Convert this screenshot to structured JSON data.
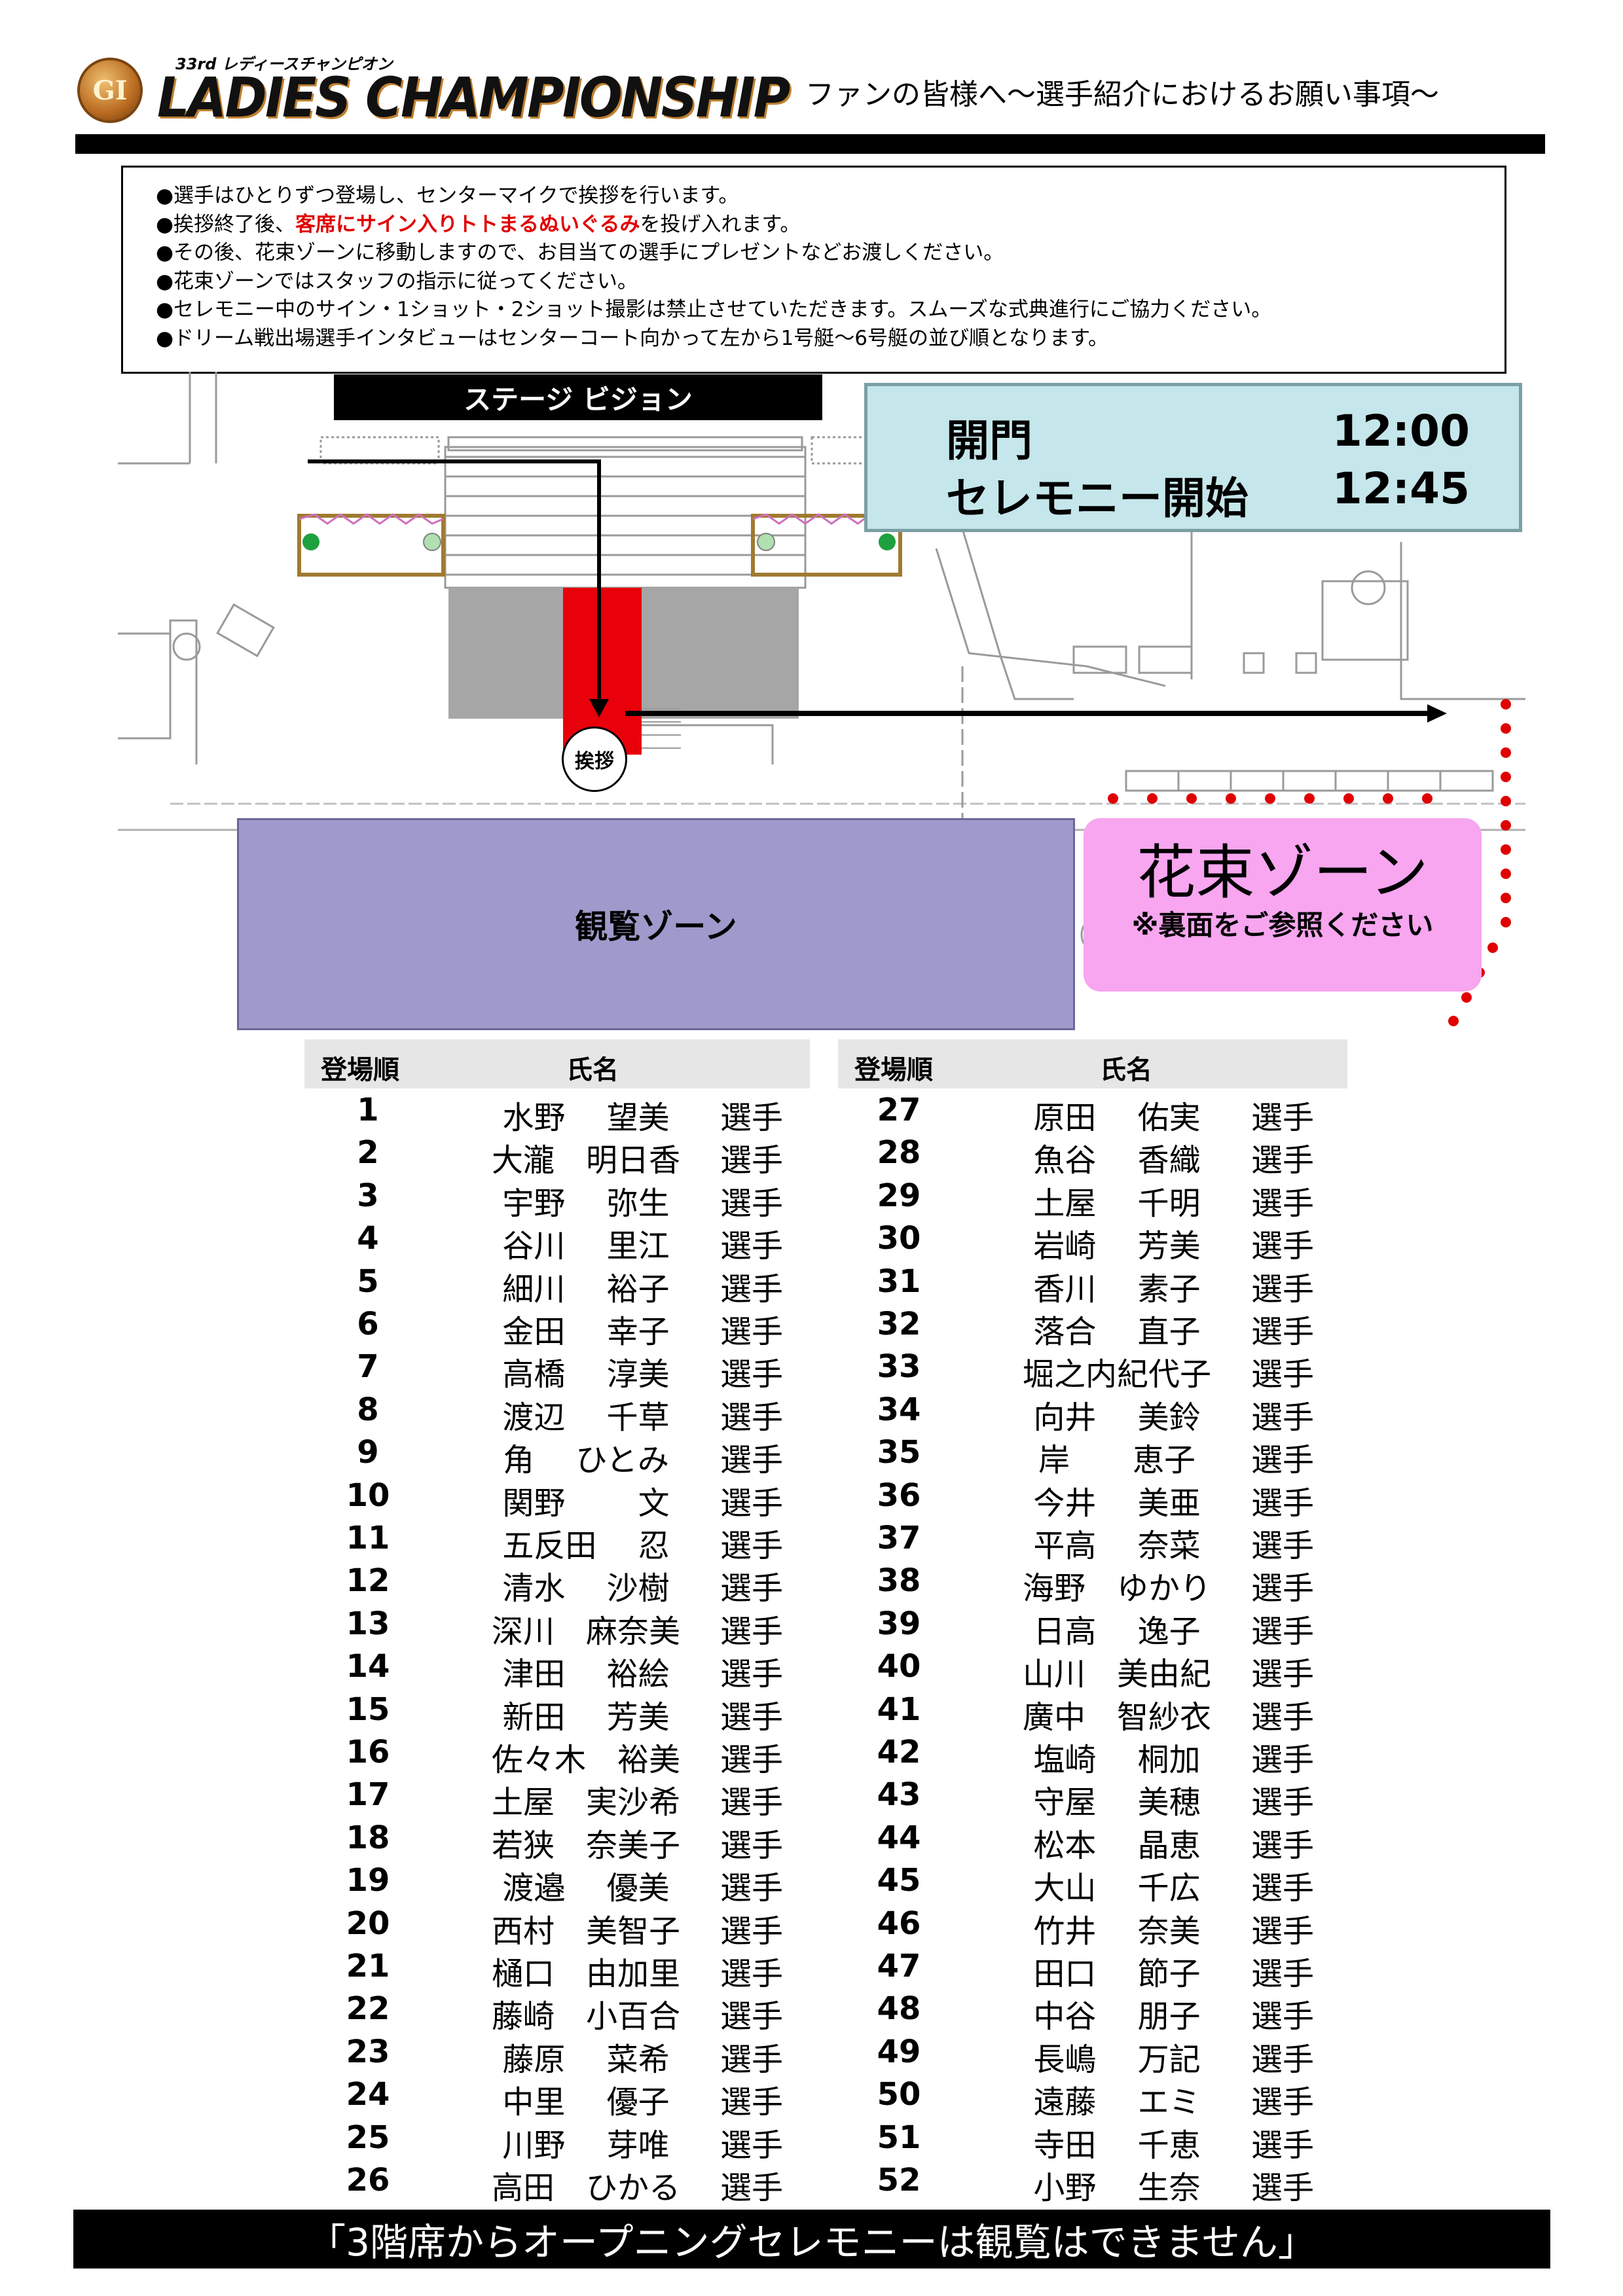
{
  "header": {
    "logo_badge": "GI",
    "logo_sub": "33rd レディースチャンピオン",
    "logo_main": "LADIES CHAMPIONSHIP",
    "title": "ファンの皆様へ～選手紹介におけるお願い事項～"
  },
  "notes": [
    {
      "text": "●選手はひとりずつ登場し、センターマイクで挨拶を行います。"
    },
    {
      "pre": "●挨拶終了後、",
      "highlight": "客席にサイン入りトトまるぬいぐるみ",
      "post": "を投げ入れます。"
    },
    {
      "text": "●その後、花束ゾーンに移動しますので、お目当ての選手にプレゼントなどお渡しください。"
    },
    {
      "text": "●花束ゾーンではスタッフの指示に従ってください。"
    },
    {
      "text": "●セレモニー中のサイン・1ショット・2ショット撮影は禁止させていただきます。スムーズな式典進行にご協力ください。"
    },
    {
      "text": "●ドリーム戦出場選手インタビューはセンターコート向かって左から1号艇～6号艇の並び順となります。"
    }
  ],
  "map": {
    "stage_vision": "ステージ ビジョン",
    "gate_label": "開門",
    "gate_time": "12:00",
    "ceremony_label": "セレモニー開始",
    "ceremony_time": "12:45",
    "greeting": "挨拶",
    "viewing_zone": "観覧ゾーン",
    "bouquet_zone": "花束ゾーン",
    "bouquet_note": "※裏面をご参照ください"
  },
  "table": {
    "header_order": "登場順",
    "header_name": "氏名",
    "suffix": "選手",
    "left": [
      {
        "n": "1",
        "name": "水野　 望美"
      },
      {
        "n": "2",
        "name": "大瀧　明日香"
      },
      {
        "n": "3",
        "name": "宇野　 弥生"
      },
      {
        "n": "4",
        "name": "谷川　 里江"
      },
      {
        "n": "5",
        "name": "細川　 裕子"
      },
      {
        "n": "6",
        "name": "金田　 幸子"
      },
      {
        "n": "7",
        "name": "高橋　 淳美"
      },
      {
        "n": "8",
        "name": "渡辺　 千草"
      },
      {
        "n": "9",
        "name": "角　 ひとみ"
      },
      {
        "n": "10",
        "name": "関野　　 文"
      },
      {
        "n": "11",
        "name": "五反田　 忍"
      },
      {
        "n": "12",
        "name": "清水　 沙樹"
      },
      {
        "n": "13",
        "name": "深川　麻奈美"
      },
      {
        "n": "14",
        "name": "津田　 裕絵"
      },
      {
        "n": "15",
        "name": "新田　 芳美"
      },
      {
        "n": "16",
        "name": "佐々木　裕美"
      },
      {
        "n": "17",
        "name": "土屋　実沙希"
      },
      {
        "n": "18",
        "name": "若狭　奈美子"
      },
      {
        "n": "19",
        "name": "渡邉　 優美"
      },
      {
        "n": "20",
        "name": "西村　美智子"
      },
      {
        "n": "21",
        "name": "樋口　由加里"
      },
      {
        "n": "22",
        "name": "藤崎　小百合"
      },
      {
        "n": "23",
        "name": "藤原　 菜希"
      },
      {
        "n": "24",
        "name": "中里　 優子"
      },
      {
        "n": "25",
        "name": "川野　 芽唯"
      },
      {
        "n": "26",
        "name": "高田　ひかる"
      }
    ],
    "right": [
      {
        "n": "27",
        "name": "原田　 佑実"
      },
      {
        "n": "28",
        "name": "魚谷　 香織"
      },
      {
        "n": "29",
        "name": "土屋　 千明"
      },
      {
        "n": "30",
        "name": "岩崎　 芳美"
      },
      {
        "n": "31",
        "name": "香川　 素子"
      },
      {
        "n": "32",
        "name": "落合　 直子"
      },
      {
        "n": "33",
        "name": "堀之内紀代子"
      },
      {
        "n": "34",
        "name": "向井　 美鈴"
      },
      {
        "n": "35",
        "name": "岸　　恵子"
      },
      {
        "n": "36",
        "name": "今井　 美亜"
      },
      {
        "n": "37",
        "name": "平高　 奈菜"
      },
      {
        "n": "38",
        "name": "海野　ゆかり"
      },
      {
        "n": "39",
        "name": "日高　 逸子"
      },
      {
        "n": "40",
        "name": "山川　美由紀"
      },
      {
        "n": "41",
        "name": "廣中　智紗衣"
      },
      {
        "n": "42",
        "name": "塩崎　 桐加"
      },
      {
        "n": "43",
        "name": "守屋　 美穂"
      },
      {
        "n": "44",
        "name": "松本　 晶恵"
      },
      {
        "n": "45",
        "name": "大山　 千広"
      },
      {
        "n": "46",
        "name": "竹井　 奈美"
      },
      {
        "n": "47",
        "name": "田口　 節子"
      },
      {
        "n": "48",
        "name": "中谷　 朋子"
      },
      {
        "n": "49",
        "name": "長嶋　 万記"
      },
      {
        "n": "50",
        "name": "遠藤　 エミ"
      },
      {
        "n": "51",
        "name": "寺田　 千恵"
      },
      {
        "n": "52",
        "name": "小野　 生奈"
      }
    ]
  },
  "footer": "「3階席からオープニングセレモニーは観覧はできません」",
  "colors": {
    "highlight": "#e00000",
    "time_box": "#c5e6ea",
    "viewing_zone": "#9e9acb",
    "bouquet_zone": "#f7a6ef",
    "stage_red": "#e8000a"
  }
}
